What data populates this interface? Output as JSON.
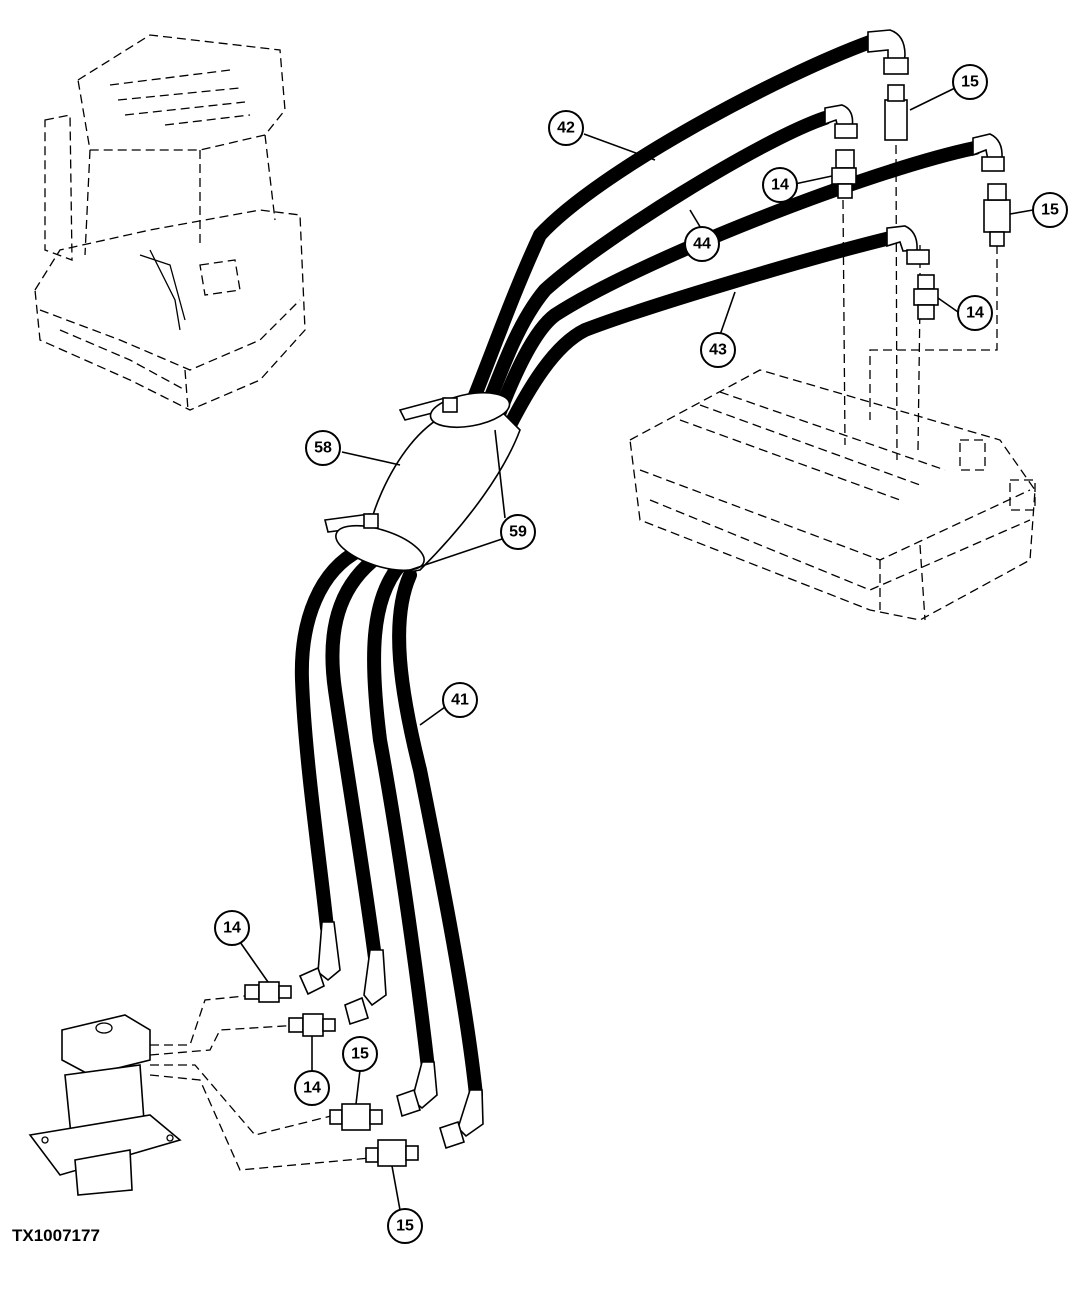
{
  "drawing_number": "TX1007177",
  "callouts": {
    "c42": "42",
    "c44": "44",
    "c43": "43",
    "c41": "41",
    "c58": "58",
    "c59": "59",
    "c14": "14",
    "c15": "15"
  },
  "colors": {
    "line": "#000000",
    "background": "#ffffff"
  }
}
